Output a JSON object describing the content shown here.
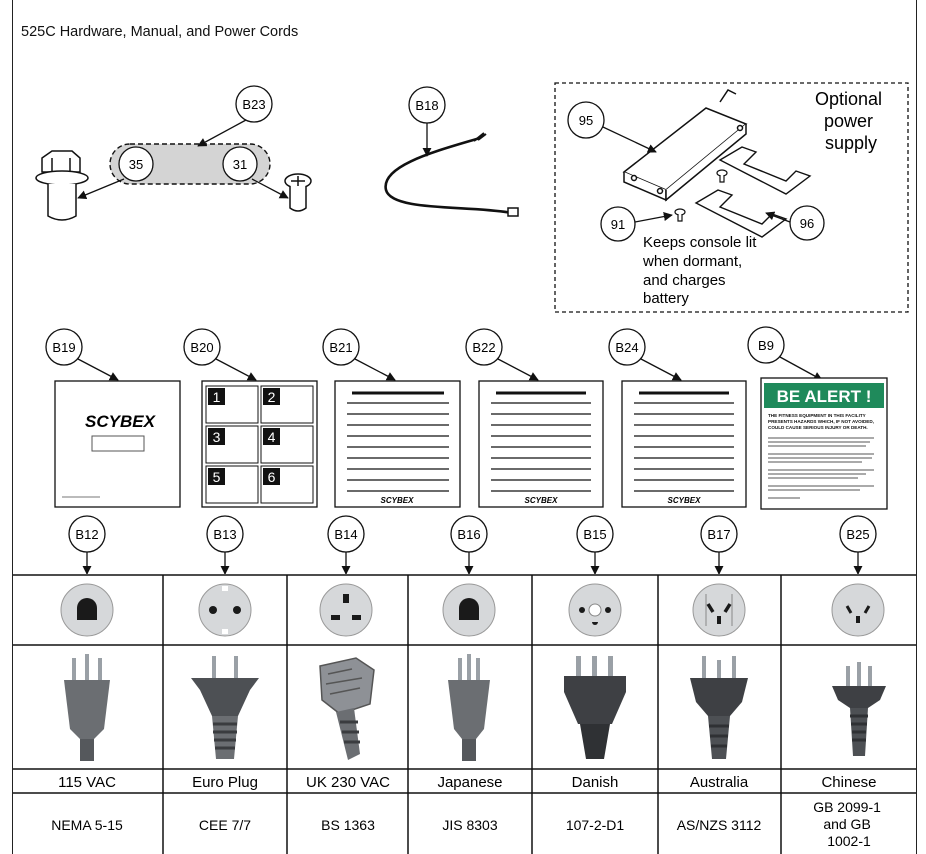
{
  "title": "525C Hardware, Manual, and Power Cords",
  "hardware": {
    "callouts": {
      "b23": "B23",
      "p35": "35",
      "p31": "31",
      "b18": "B18",
      "p95": "95",
      "p91": "91",
      "p96": "96"
    },
    "optional_title": [
      "Optional",
      "power",
      "supply"
    ],
    "optional_note": [
      "Keeps console lit",
      "when dormant,",
      "and charges",
      "battery"
    ]
  },
  "manuals": {
    "callouts": [
      "B19",
      "B20",
      "B21",
      "B22",
      "B24",
      "B9"
    ],
    "brand": "CYBEX",
    "brand_mark": "S",
    "grid_numbers": [
      "1",
      "2",
      "3",
      "4",
      "5",
      "6"
    ],
    "alert_heading": "BE ALERT !",
    "alert_text": [
      "THE FITNESS EQUIPMENT IN THIS FACILITY",
      "PRESENTS HAZARDS WHICH, IF NOT AVOIDED,",
      "COULD CAUSE SERIOUS INJURY OR DEATH."
    ]
  },
  "cords": [
    {
      "callout": "B12",
      "name": "115 VAC",
      "spec": [
        "NEMA 5-15"
      ]
    },
    {
      "callout": "B13",
      "name": "Euro Plug",
      "spec": [
        "CEE 7/7"
      ]
    },
    {
      "callout": "B14",
      "name": "UK 230 VAC",
      "spec": [
        "BS 1363"
      ]
    },
    {
      "callout": "B16",
      "name": "Japanese",
      "spec": [
        "JIS 8303"
      ]
    },
    {
      "callout": "B15",
      "name": "Danish",
      "spec": [
        "107-2-D1"
      ]
    },
    {
      "callout": "B17",
      "name": "Australia",
      "spec": [
        "AS/NZS 3112"
      ]
    },
    {
      "callout": "B25",
      "name": "Chinese",
      "spec": [
        "GB 2099-1",
        "and GB",
        "1002-1"
      ]
    }
  ],
  "colors": {
    "alert_green": "#1f8a5b",
    "socket_gray": "#d6d8da",
    "plug_gray": "#6b6e72"
  }
}
